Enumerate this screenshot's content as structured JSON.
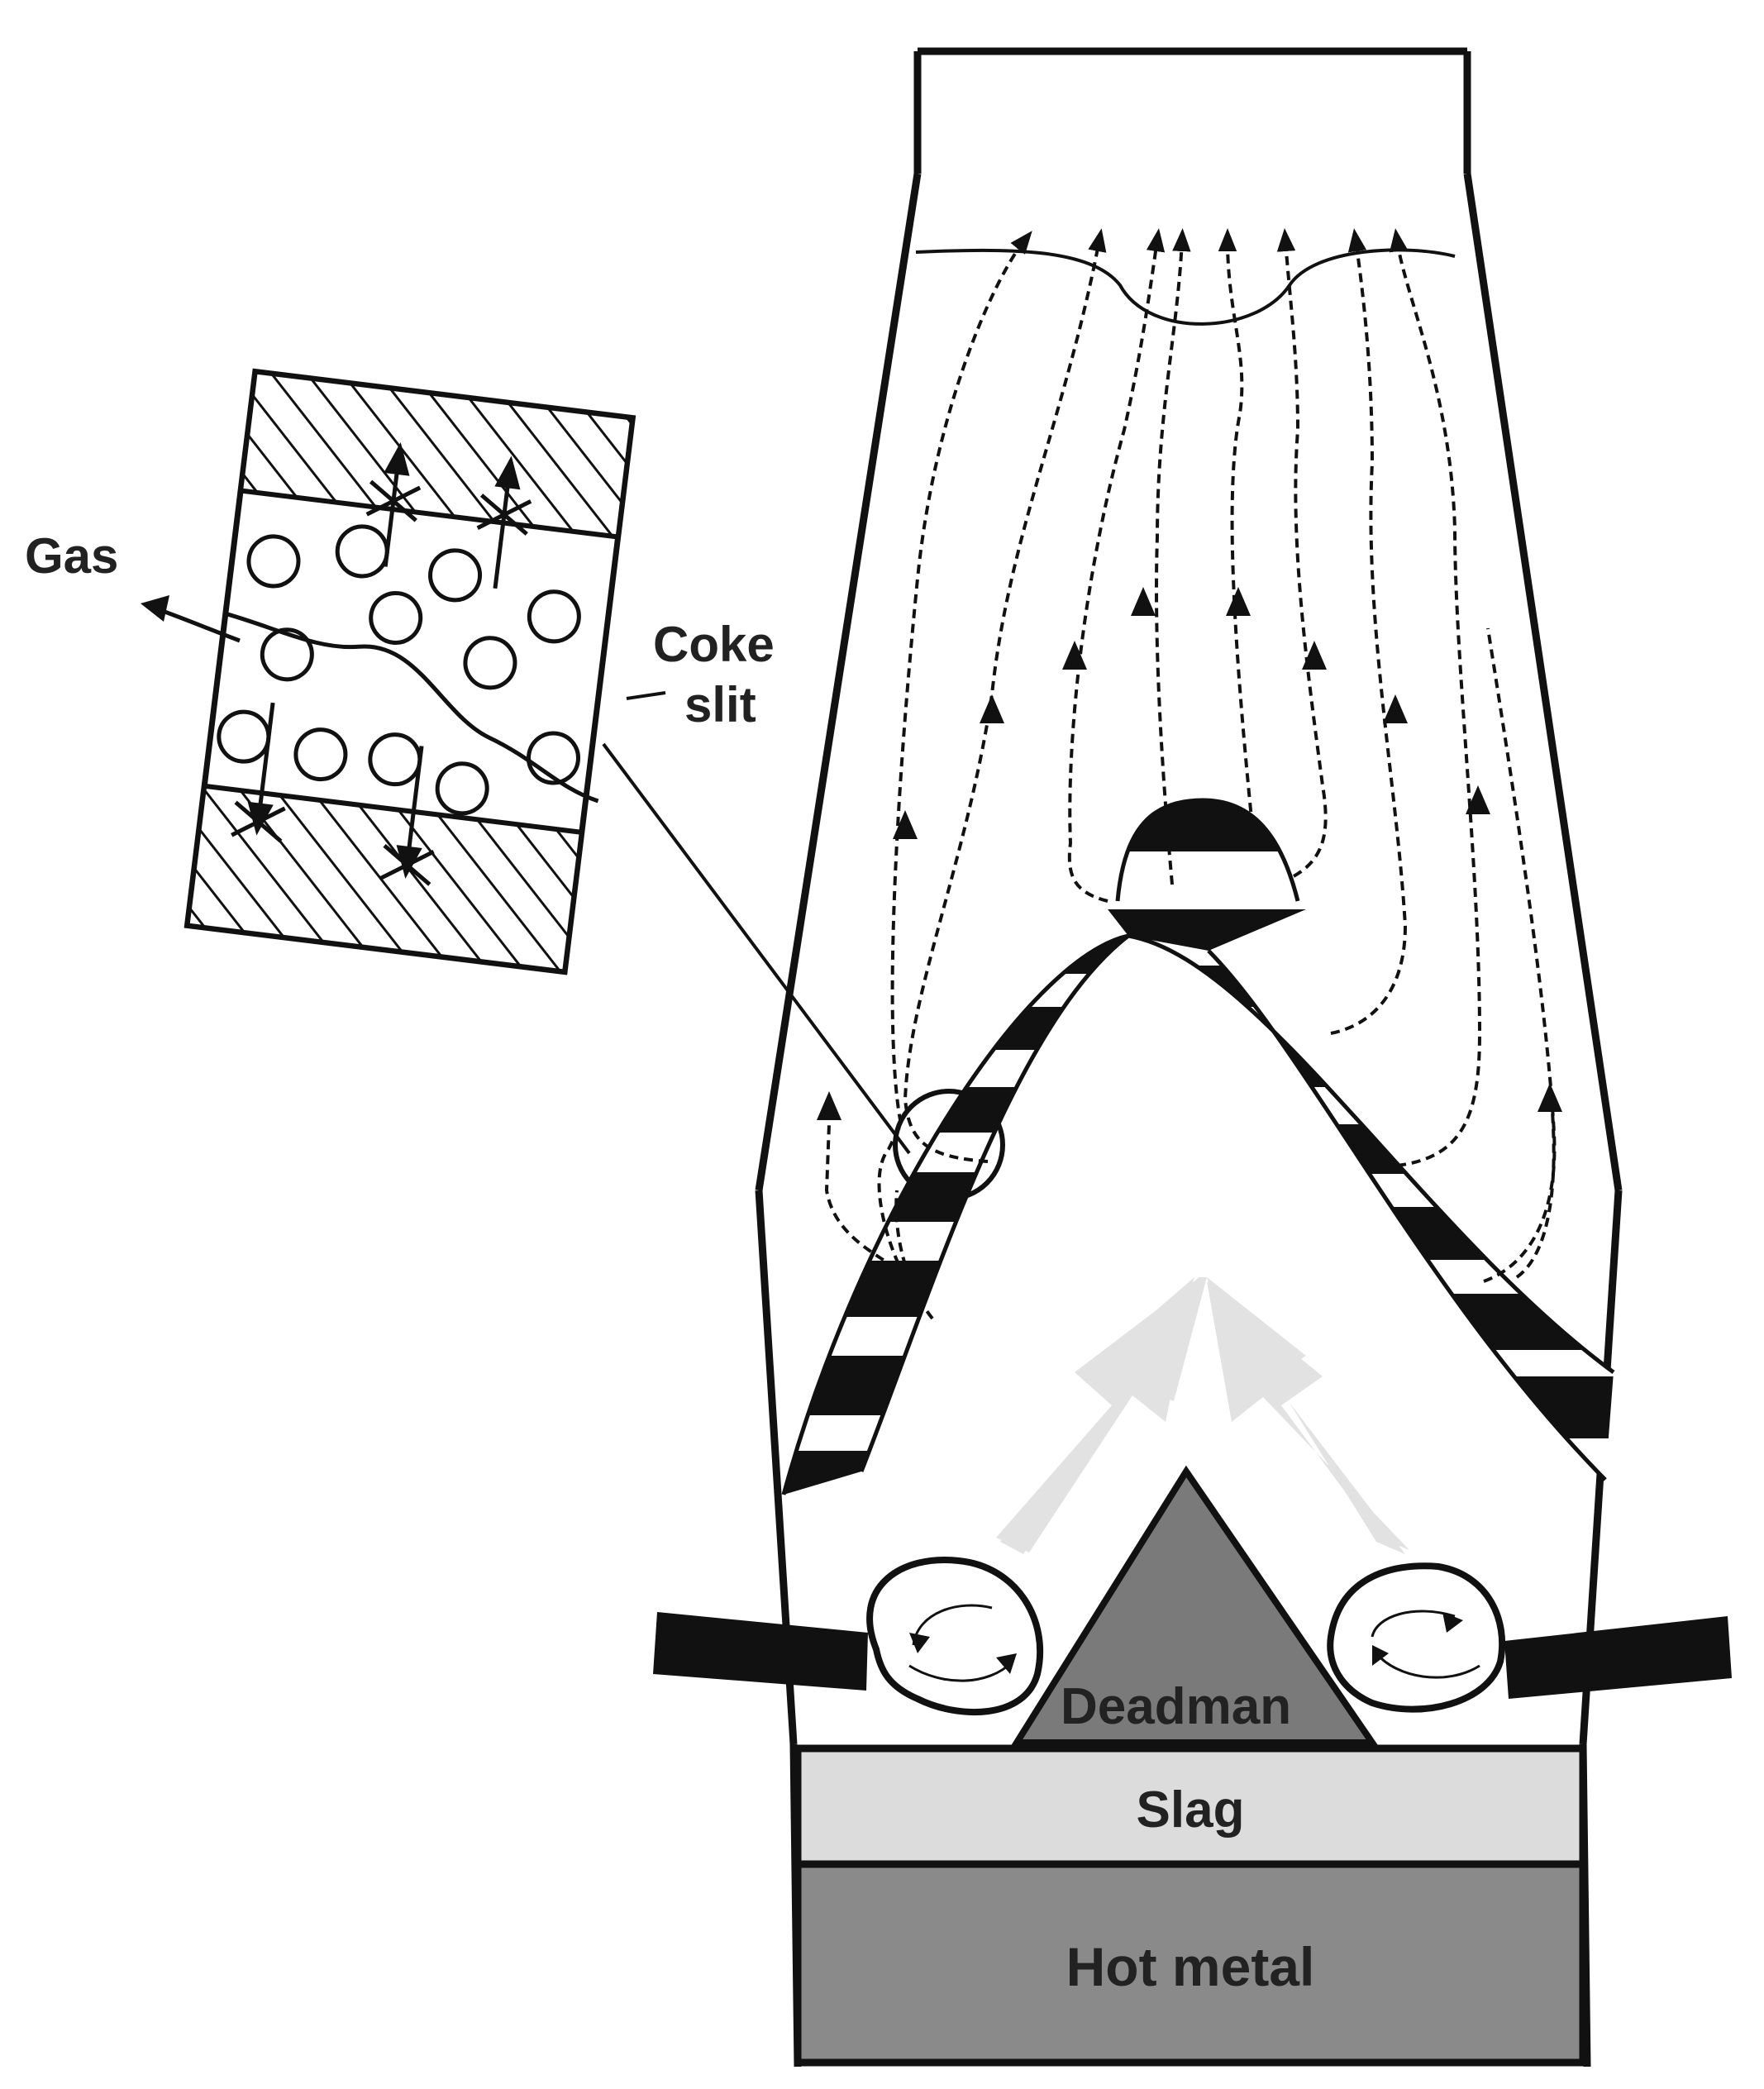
{
  "labels": {
    "gas": "Gas",
    "coke_slit_line1": "Coke",
    "coke_slit_line2": "slit",
    "deadman": "Deadman",
    "slag": "Slag",
    "hot_metal": "Hot metal"
  },
  "colors": {
    "outline": "#111111",
    "layer_band": "#111111",
    "deadman": "#7a7a7a",
    "slag": "#dcdcdc",
    "hot_metal": "#8a8a8a",
    "gas_arrows": "#e2e2e2",
    "background": "#ffffff"
  },
  "icons": {
    "gas_flow_lines": "dashed-arrow",
    "raceway_swirl": "circular-arrows",
    "blast_flow": "wide-light-arrows"
  }
}
